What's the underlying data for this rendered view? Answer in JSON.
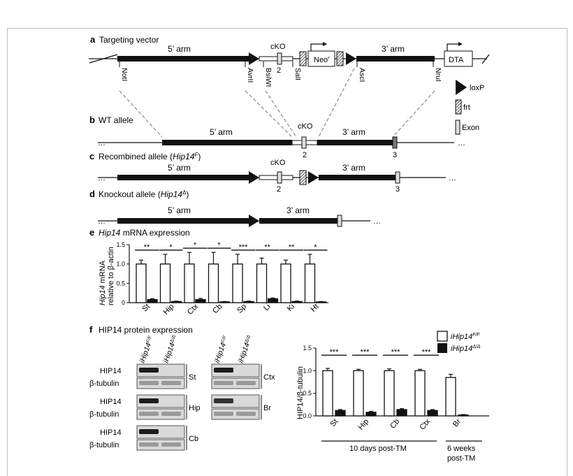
{
  "panel_a": {
    "letter": "a",
    "title": "Targeting vector",
    "arm5": "5’ arm",
    "cko": "cKO",
    "neo": "Neo",
    "neo_sup": "r",
    "arm3": "3’ arm",
    "dta": "DTA",
    "exon": "2",
    "sites": [
      "NotI",
      "AvrII",
      "BsiWI",
      "SalI",
      "AscI",
      "NruI"
    ]
  },
  "legend_symbols": [
    "loxP",
    "frt",
    "Exon"
  ],
  "panel_b": {
    "letter": "b",
    "title": "WT allele",
    "arm5": "5’ arm",
    "cko": "cKO",
    "arm3": "3’ arm",
    "exon2": "2",
    "exon3": "3"
  },
  "panel_c": {
    "letter": "c",
    "title_pre": "Recombined allele (",
    "title_gene": "Hip14",
    "title_sup": "F",
    "title_post": ")",
    "arm5": "5’ arm",
    "cko": "cKO",
    "arm3": "3’ arm",
    "exon2": "2",
    "exon3": "3"
  },
  "panel_d": {
    "letter": "d",
    "title_pre": "Knockout allele (",
    "title_gene": "Hip14",
    "title_sup": "Δ",
    "title_post": ")",
    "arm5": "5’ arm",
    "arm3": "3’ arm"
  },
  "panel_e": {
    "letter": "e",
    "title_gene": "Hip14",
    "title_rest": " mRNA expression",
    "ylabel_gene": "Hip14",
    "ylabel_line1": " mRNA",
    "ylabel_line2": "relative to β-actin"
  },
  "panel_f": {
    "letter": "f",
    "title": "HIP14 protein expression",
    "lane_flox": "iHip14",
    "lane_flox_sup": "F/F",
    "lane_del": "iHip14",
    "lane_del_sup": "Δ/Δ",
    "row_hip14": "HIP14",
    "row_tubulin": "β-tubulin",
    "tissues_left": [
      "St",
      "Hip",
      "Cb"
    ],
    "tissues_right": [
      "Ctx",
      "Br"
    ],
    "chart_ylabel": "HIP14/β-tubulin",
    "legend_flox": "iHip14",
    "legend_flox_sup": "F/F",
    "legend_del": "iHip14",
    "legend_del_sup": "Δ/Δ",
    "group1": "10 days post-TM",
    "group2_line1": "6 weeks",
    "group2_line2": "post-TM"
  },
  "colors": {
    "control_bar": "#ffffff",
    "knockout_bar": "#111111",
    "band": "#1c1c1c",
    "gel_bg": "#d9d9d9"
  },
  "chart_data": [
    {
      "type": "bar",
      "title": "Hip14 mRNA expression",
      "ylabel": "Hip14 mRNA relative to β-actin",
      "categories": [
        "St",
        "Hip",
        "Ctx",
        "Cb",
        "Sp",
        "Li",
        "Ki",
        "Ht"
      ],
      "ylim": [
        0,
        1.5
      ],
      "yticks": [
        "0",
        "0.5",
        "1.0",
        "1.5"
      ],
      "series": [
        {
          "values": [
            1.0,
            1.0,
            1.0,
            1.0,
            1.0,
            1.0,
            1.0,
            1.0
          ],
          "errors": [
            0.1,
            0.25,
            0.3,
            0.3,
            0.25,
            0.15,
            0.1,
            0.25
          ]
        },
        {
          "values": [
            0.08,
            0.03,
            0.08,
            0.02,
            0.03,
            0.1,
            0.03,
            0.02
          ],
          "errors": [
            0.02,
            0.01,
            0.03,
            0.01,
            0.01,
            0.02,
            0.01,
            0.01
          ]
        }
      ],
      "significance": [
        "**",
        "*",
        "*",
        "*",
        "***",
        "**",
        "**",
        "*"
      ]
    },
    {
      "type": "bar",
      "title": "HIP14 protein expression",
      "ylabel": "HIP14/β-tubulin",
      "categories": [
        "St",
        "Hip",
        "Cb",
        "Ctx",
        "Br"
      ],
      "ylim": [
        0,
        1.5
      ],
      "yticks": [
        "0.0",
        "0.5",
        "1.0",
        "1.5"
      ],
      "series": [
        {
          "name": "iHip14F/F",
          "values": [
            1.0,
            1.0,
            1.0,
            1.0,
            0.85
          ],
          "errors": [
            0.05,
            0.03,
            0.04,
            0.03,
            0.07
          ]
        },
        {
          "name": "iHip14Δ/Δ",
          "values": [
            0.12,
            0.08,
            0.14,
            0.12,
            0.02
          ],
          "errors": [
            0.02,
            0.02,
            0.02,
            0.02,
            0.01
          ]
        }
      ],
      "significance": [
        "***",
        "***",
        "***",
        "***",
        ""
      ]
    }
  ]
}
